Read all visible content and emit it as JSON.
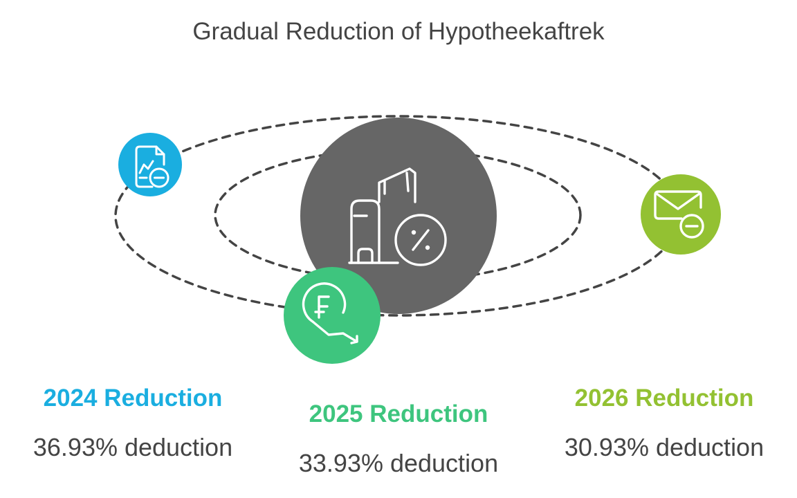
{
  "title": "Gradual Reduction of Hypotheekaftrek",
  "colors": {
    "center": "#666666",
    "y2024": "#1aaee0",
    "y2025": "#3ec57e",
    "y2026": "#93c132",
    "text": "#444444",
    "orbit": "#444444"
  },
  "center": {
    "icon": "building-percent-icon"
  },
  "nodes": [
    {
      "key": "y2024",
      "icon": "document-chart-minus-icon",
      "heading": "2024 Reduction",
      "value": "36.93% deduction"
    },
    {
      "key": "y2025",
      "icon": "franc-coin-down-arrow-icon",
      "heading": "2025 Reduction",
      "value": "33.93% deduction"
    },
    {
      "key": "y2026",
      "icon": "envelope-minus-icon",
      "heading": "2026 Reduction",
      "value": "30.93% deduction"
    }
  ]
}
